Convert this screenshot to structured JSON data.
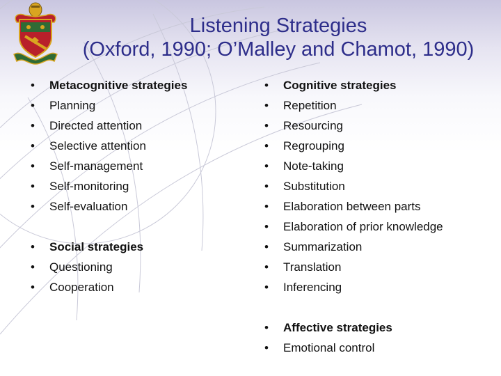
{
  "slide": {
    "title_line1": "Listening Strategies",
    "title_line2": "(Oxford, 1990; O’Malley and Chamot, 1990)",
    "bullet_char": "•",
    "left_column": {
      "group1": [
        "Metacognitive strategies",
        "Planning",
        "Directed attention",
        "Selective attention",
        "Self-management",
        "Self-monitoring",
        "Self-evaluation"
      ],
      "group2": [
        "Social strategies",
        "Questioning",
        "Cooperation"
      ]
    },
    "right_column": {
      "group1": [
        "Cognitive strategies",
        "Repetition",
        "Resourcing",
        "Regrouping",
        "Note-taking",
        "Substitution",
        "Elaboration between parts",
        "Elaboration of prior knowledge",
        "Summarization",
        "Translation",
        "Inferencing"
      ],
      "group2": [
        "Affective strategies",
        "Emotional control"
      ]
    }
  },
  "colors": {
    "title": "#2d2d8a",
    "text": "#111111",
    "crest_red": "#b8202a",
    "crest_gold": "#d9a520",
    "crest_green": "#2f6b35"
  },
  "icons": [
    "heraldic-crest-icon"
  ]
}
